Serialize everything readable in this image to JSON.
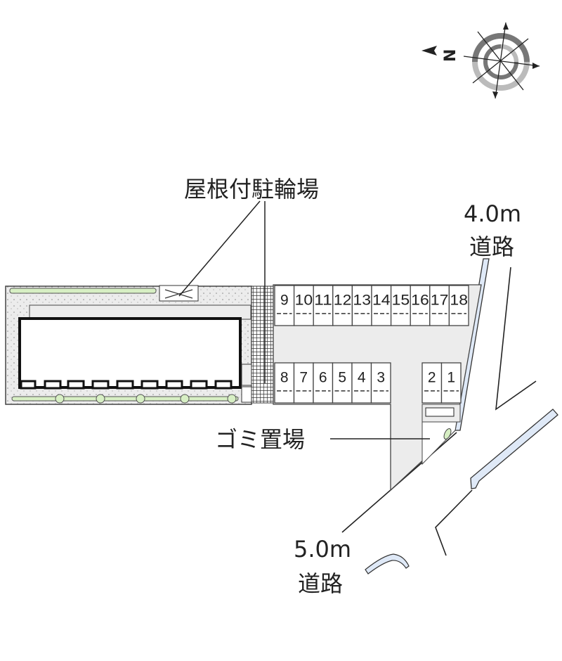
{
  "map": {
    "bike_parking_label": "屋根付駐輪場",
    "garbage_label": "ゴミ置場",
    "road_north": {
      "width": "4.0m",
      "label": "道路"
    },
    "road_south": {
      "width": "5.0m",
      "label": "道路"
    },
    "compass_letter": "N",
    "parking_upper": [
      "9",
      "10",
      "11",
      "12",
      "13",
      "14",
      "15",
      "16",
      "17",
      "18"
    ],
    "parking_lower": [
      "8",
      "7",
      "6",
      "5",
      "4",
      "3"
    ],
    "parking_right": [
      "2",
      "1"
    ]
  },
  "colors": {
    "ground": "#ececec",
    "hedge": "#d7efc4",
    "road_edge": "#dfe9f7",
    "compass_dark": "#777777",
    "compass_light": "#bbbbbb"
  }
}
